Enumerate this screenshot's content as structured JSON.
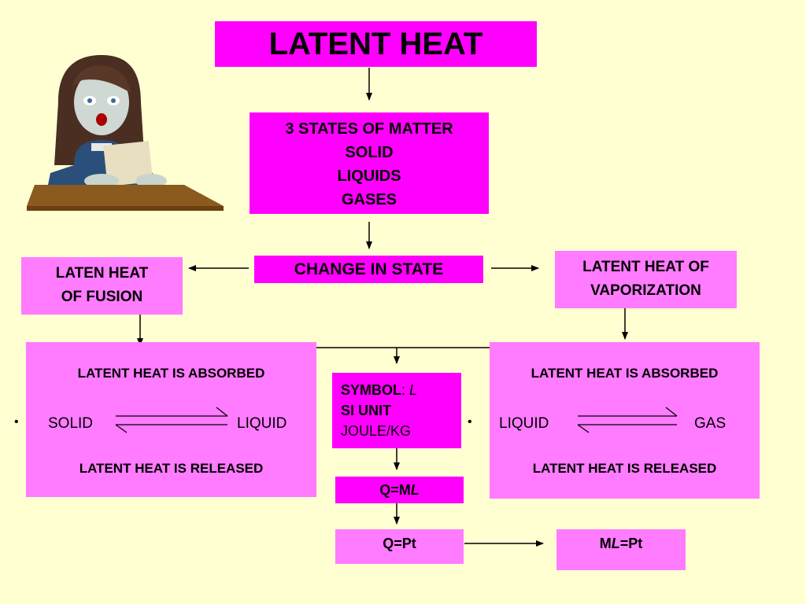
{
  "title": "LATENT HEAT",
  "states": {
    "heading": "3 STATES OF MATTER",
    "items": [
      "SOLID",
      "LIQUIDS",
      "GASES"
    ]
  },
  "change": "CHANGE IN STATE",
  "fusion": {
    "line1": "LATEN HEAT",
    "line2": "OF FUSION"
  },
  "vaporization": {
    "line1": "LATENT HEAT OF",
    "line2": "VAPORIZATION"
  },
  "left_panel": {
    "absorbed": "LATENT HEAT IS ABSORBED",
    "from": "SOLID",
    "to": "LIQUID",
    "released": "LATENT HEAT IS RELEASED",
    "bullet": "•"
  },
  "right_panel": {
    "absorbed": "LATENT HEAT IS ABSORBED",
    "from": "LIQUID",
    "to": "GAS",
    "released": "LATENT HEAT IS RELEASED",
    "bullet": "•"
  },
  "symbol": {
    "symbol_label": "SYMBOL",
    "symbol_colon": ": ",
    "symbol_value": "L",
    "unit_label": "SI UNIT",
    "unit_value": "JOULE/KG"
  },
  "formula1": {
    "a": "Q=M",
    "b": "L"
  },
  "formula2": "Q=Pt",
  "formula3": {
    "a": "M",
    "b": "L",
    "c": "=Pt"
  },
  "colors": {
    "background": "#ffffd2",
    "magenta": "#ff00ff",
    "pink": "#ff7bff"
  }
}
